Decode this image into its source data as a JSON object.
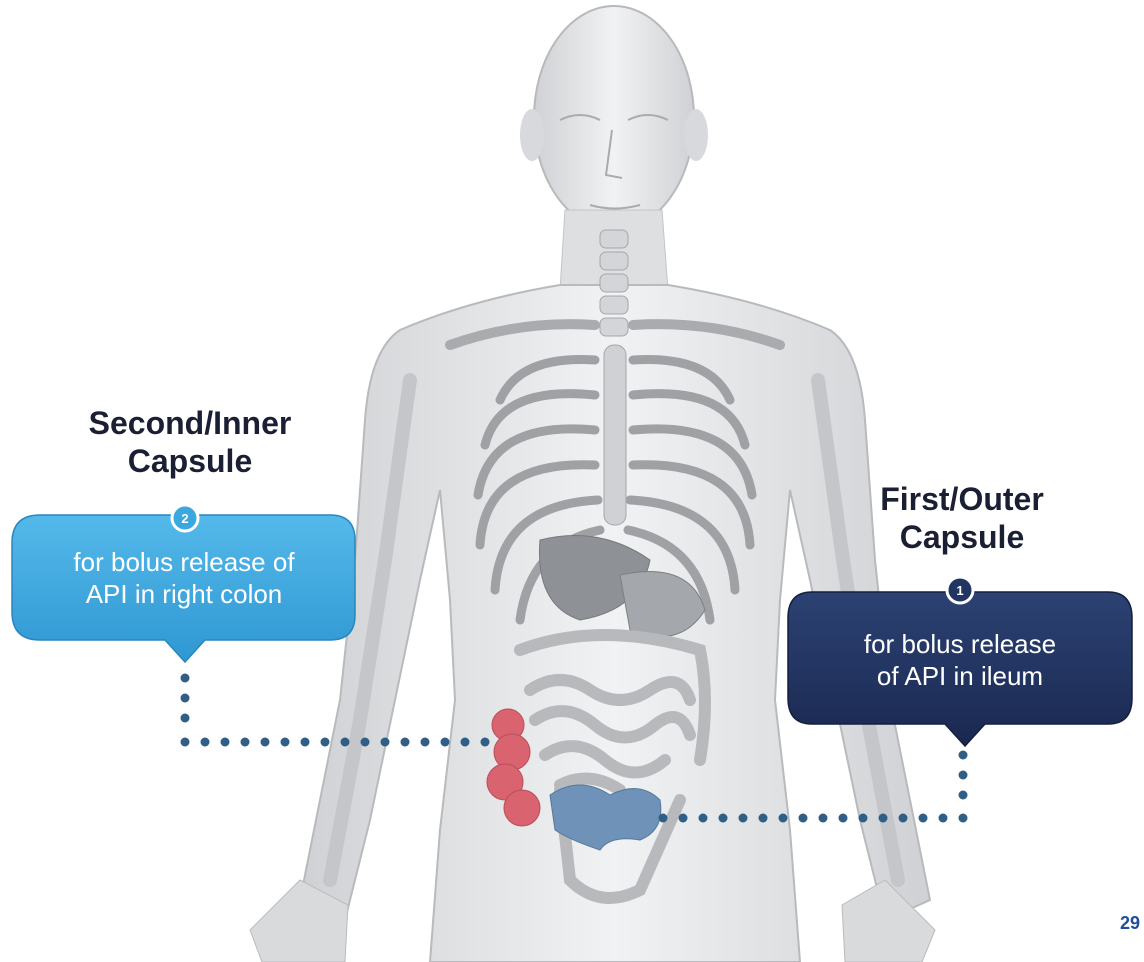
{
  "callouts": [
    {
      "number": "2",
      "heading": "Second/Inner\nCapsule",
      "text": "for bolus release of\nAPI in right colon",
      "color": "#3aa7df"
    },
    {
      "number": "1",
      "heading": "First/Outer\nCapsule",
      "text": "for bolus release\nof API in ileum",
      "color": "#223462"
    }
  ],
  "page_number": "29",
  "colors": {
    "right_colon_highlight": "#d9636f",
    "ileum_highlight": "#6f93b8",
    "connector_dots": "#2f5f86"
  }
}
